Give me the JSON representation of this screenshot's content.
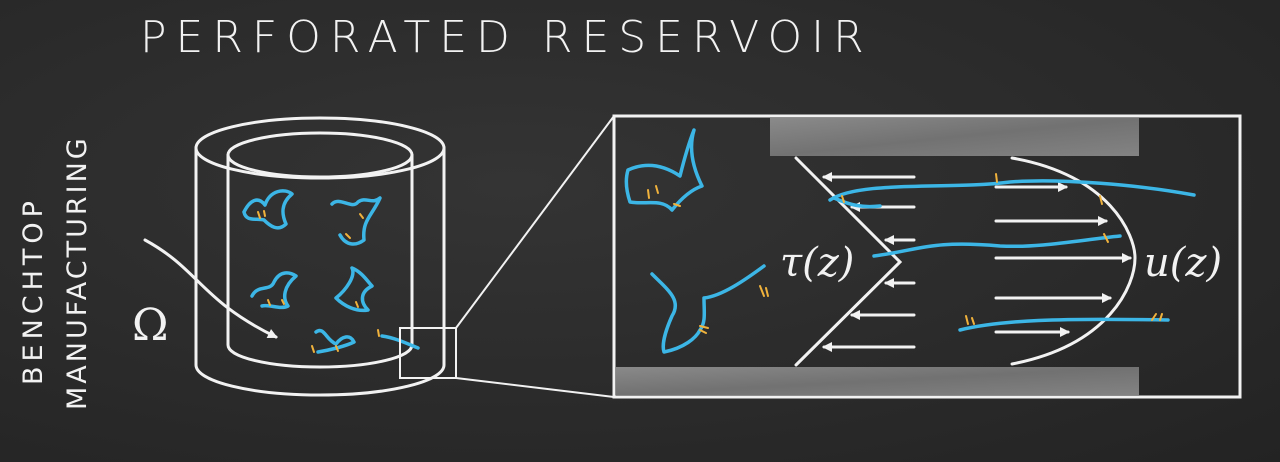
{
  "title": "PERFORATED RESERVOIR",
  "side_labels": [
    "BENCHTOP",
    "MANUFACTURING"
  ],
  "symbols": {
    "rotation": "Ω",
    "shear_stress": "τ(z)",
    "velocity": "u(z)"
  },
  "colors": {
    "background": "#2b2b2b",
    "chalk": "#f2f2f2",
    "fiber": "#3cb6e6",
    "accent": "#f0b23c",
    "plate": "#8c8c8c"
  }
}
